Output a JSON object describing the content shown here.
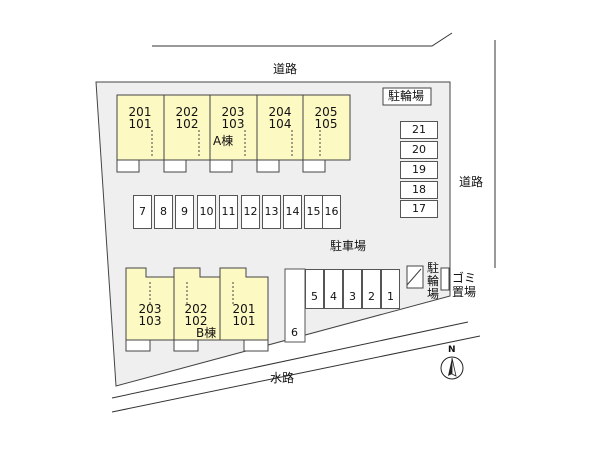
{
  "roads": {
    "top": "道路",
    "right": "道路",
    "waterway": "水路"
  },
  "labels": {
    "parking": "駐車場",
    "bike_parking_top": "駐輪場",
    "bike_parking_right": [
      "駐",
      "輪",
      "場"
    ],
    "garbage": [
      "ゴ",
      "ミ",
      "置",
      "場"
    ],
    "north": "N"
  },
  "buildings": {
    "a": {
      "name": "A棟",
      "units": [
        {
          "upper": "201",
          "lower": "101"
        },
        {
          "upper": "202",
          "lower": "102"
        },
        {
          "upper": "203",
          "lower": "103"
        },
        {
          "upper": "204",
          "lower": "104"
        },
        {
          "upper": "205",
          "lower": "105"
        }
      ]
    },
    "b": {
      "name": "B棟",
      "units": [
        {
          "upper": "203",
          "lower": "103"
        },
        {
          "upper": "202",
          "lower": "102"
        },
        {
          "upper": "201",
          "lower": "101"
        }
      ]
    }
  },
  "parking_slots": {
    "center_row": [
      "7",
      "8",
      "9",
      "10",
      "11",
      "12",
      "13",
      "14",
      "15",
      "16"
    ],
    "right_column": [
      "21",
      "20",
      "19",
      "18",
      "17"
    ],
    "lower_row": [
      "5",
      "4",
      "3",
      "2",
      "1"
    ],
    "corner": "6"
  },
  "colors": {
    "lot": "#efefef",
    "building": "#fdf9c3",
    "outline": "#444444"
  }
}
